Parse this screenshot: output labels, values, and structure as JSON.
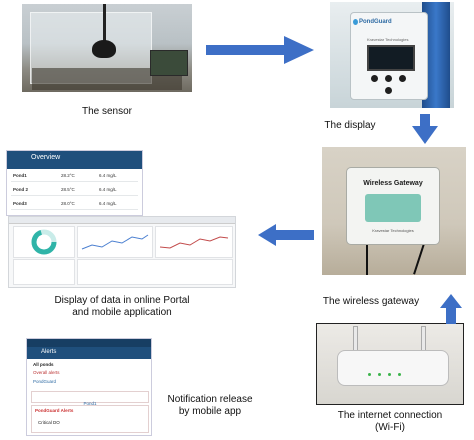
{
  "captions": {
    "sensor": "The sensor",
    "display": "The display",
    "gateway": "The wireless gateway",
    "portal": "Display of data in online Portal\nand mobile application",
    "notification": "Notification release\nby mobile app",
    "internet": "The internet connection\n(Wi-Fi)"
  },
  "display_device": {
    "brand": "PondGuard",
    "maker": "Kravestar Technologies"
  },
  "gateway_device": {
    "label": "Wireless Gateway",
    "maker": "Kravestar Technologies"
  },
  "mobile_overview": {
    "title": "Overview",
    "rows": [
      {
        "pond": "Pond1",
        "temp": "28.2°C",
        "do": "6.4 mg/L"
      },
      {
        "pond": "Pond 2",
        "temp": "28.5°C",
        "do": "6.4 mg/L"
      },
      {
        "pond": "Pond3",
        "temp": "28.0°C",
        "do": "6.4 mg/L"
      }
    ]
  },
  "mobile_alerts": {
    "title": "Alerts",
    "all_ponds": "All ponds",
    "overall": "Overall alerts",
    "pond_label": "PondGuard",
    "pond_button": "Pond1",
    "alert_head": "PondGuard Alerts",
    "alert_item": "Critical DO"
  },
  "colors": {
    "arrow": "#3d6fc6",
    "app_header": "#1f4f7c"
  }
}
